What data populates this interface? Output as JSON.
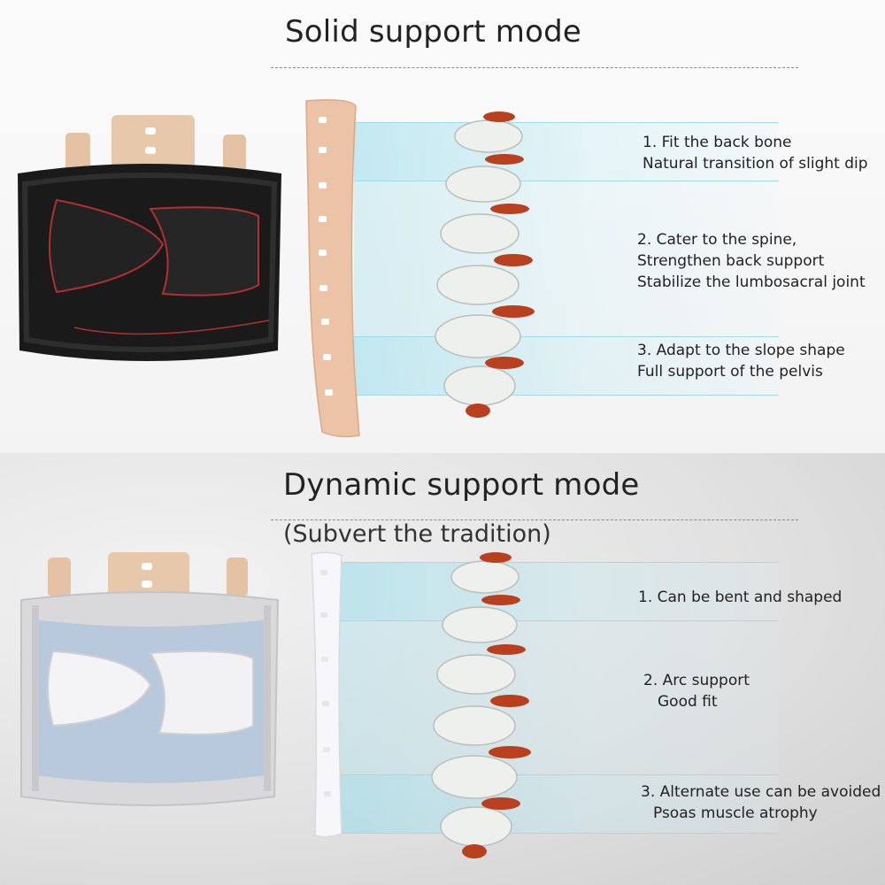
{
  "solid": {
    "title": "Solid support mode",
    "features": [
      {
        "lines": [
          "1. Fit the back bone",
          "Natural transition of slight dip"
        ]
      },
      {
        "lines": [
          "2. Cater to the spine,",
          "Strengthen back support",
          "Stabilize the lumbosacral joint"
        ]
      },
      {
        "lines": [
          "3. Adapt to the slope shape",
          "Full support of the pelvis"
        ]
      }
    ]
  },
  "dynamic": {
    "title": "Dynamic support mode",
    "subtitle": "(Subvert the tradition)",
    "features": [
      {
        "lines": [
          "1. Can be bent and shaped"
        ]
      },
      {
        "lines": [
          "2. Arc support",
          "Good fit"
        ]
      },
      {
        "lines": [
          "3. Alternate use can be avoided",
          "Psoas muscle atrophy"
        ]
      }
    ]
  },
  "colors": {
    "belt_black": "#1a1a1a",
    "belt_trim_red": "#b03030",
    "belt_grey": "#d9d9dc",
    "belt_blue": "#b9c9dc",
    "plate_tan": "#ecc3a6",
    "plate_white": "#f7f7fa",
    "disc_red": "#b8401e",
    "cyan_band": "#bfe9f3"
  }
}
